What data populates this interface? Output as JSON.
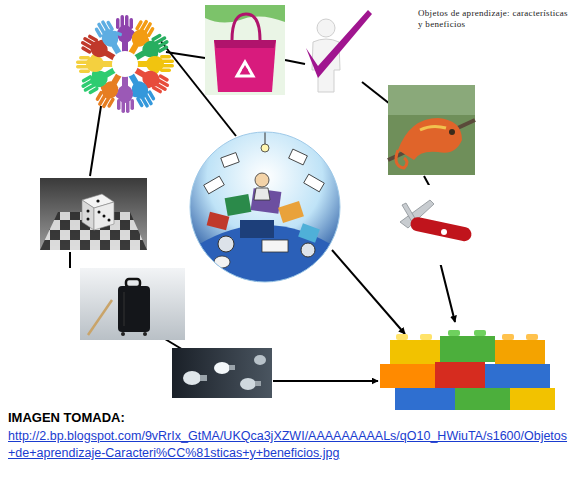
{
  "diagram": {
    "title": "Objetos de aprendizaje: características y beneficios",
    "labels": [
      "IMAGEN TOMADA:",
      "http://2.bp.blogspot.com/9vRrIx_GtMA/UKQca3jXZWI/AAAAAAAAALs/qO10_HWiuTA/s1600/Objetos+de+aprendizaje-Caracteri%CC%81sticas+y+beneficios.jpg"
    ]
  }
}
